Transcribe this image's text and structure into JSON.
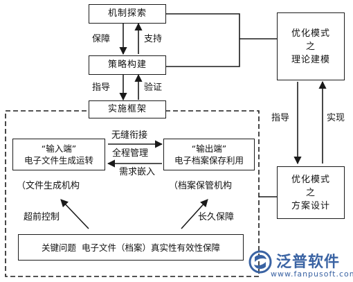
{
  "nodes": {
    "mechanism": "机制探索",
    "strategy": "策略构建",
    "framework": "实施框架",
    "theory": [
      "优化模式",
      "之",
      "理论建模"
    ],
    "design": [
      "优化模式",
      "之",
      "方案设计"
    ],
    "input": [
      "“输入端”",
      "电子文件生成运转"
    ],
    "output": [
      "“输出端”",
      "电子档案保存利用"
    ],
    "core": "关键问题  电子文件（档案）真实性有效性保障"
  },
  "labels": {
    "guarantee": "保障",
    "support": "支持",
    "guide_left": "指导",
    "verify": "验证",
    "guide_right": "指导",
    "realize": "实现",
    "seamless": "无缝衔接",
    "full_process": "全程管理",
    "embed": "需求嵌入",
    "input_org": "（文件生成机构",
    "output_org": "（档案保管机构",
    "advance": "超前控制",
    "longterm": "长久保障"
  },
  "watermark": {
    "brand": "泛普软件",
    "url": "www.fanpusoft.com"
  },
  "colors": {
    "line": "#1a1a1a",
    "watermark": "#3a63a3"
  }
}
